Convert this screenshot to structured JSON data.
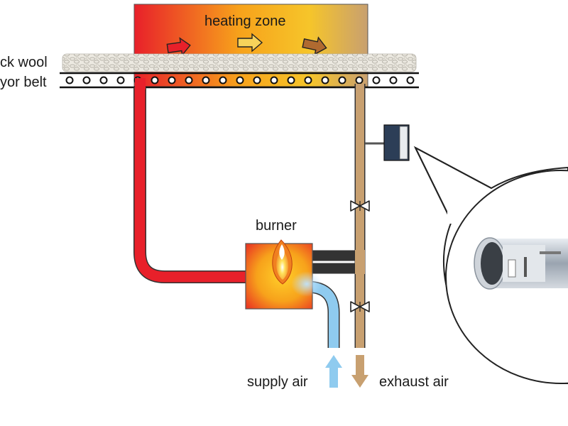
{
  "labels": {
    "heating_zone": "heating zone",
    "rock_wool": "ck wool",
    "conveyor_belt": "yor belt",
    "burner": "burner",
    "supply_air": "supply air",
    "exhaust_air": "exhaust air"
  },
  "colors": {
    "hot": "#e8202a",
    "mid": "#f7a21b",
    "warm": "#f6c52a",
    "exhaust": "#c8a070",
    "supply": "#8fcbef",
    "sensor": "#2c3e57",
    "outline": "#333333"
  },
  "icons": {
    "flow_arrow": "right-arrow-icon",
    "valve": "valve-icon",
    "flame": "flame-icon",
    "sensor": "sensor-box-icon"
  }
}
